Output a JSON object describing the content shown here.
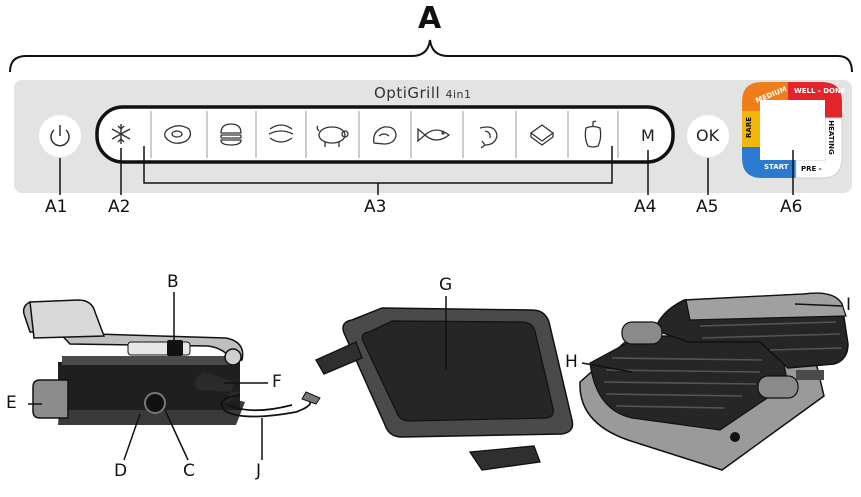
{
  "main_label": "A",
  "brand": {
    "name": "OptiGrill",
    "suffix": "4in1"
  },
  "buttons": {
    "m": "M",
    "ok": "OK"
  },
  "ring": {
    "medium": "MEDIUM",
    "well_done": "WELL - DONE",
    "rare": "RARE",
    "start": "START",
    "pre": "PRE -",
    "heating": "HEATING"
  },
  "panel_labels": {
    "a1": "A1",
    "a2": "A2",
    "a3": "A3",
    "a4": "A4",
    "a5": "A5",
    "a6": "A6"
  },
  "part_labels": {
    "b": "B",
    "c": "C",
    "d": "D",
    "e": "E",
    "f": "F",
    "g": "G",
    "h": "H",
    "i": "I",
    "j": "J"
  },
  "programs": [
    "snowflake-icon",
    "steak-icon",
    "burger-icon",
    "sausage-icon",
    "pork-icon",
    "poultry-icon",
    "fish-icon",
    "shrimp-icon",
    "sandwich-icon",
    "pepper-icon"
  ],
  "colors": {
    "panel": "#e3e3e3",
    "ring_yellow": "#f2b705",
    "ring_orange": "#ef7d1a",
    "ring_red": "#e2242b",
    "ring_blue": "#2a7bd0"
  }
}
